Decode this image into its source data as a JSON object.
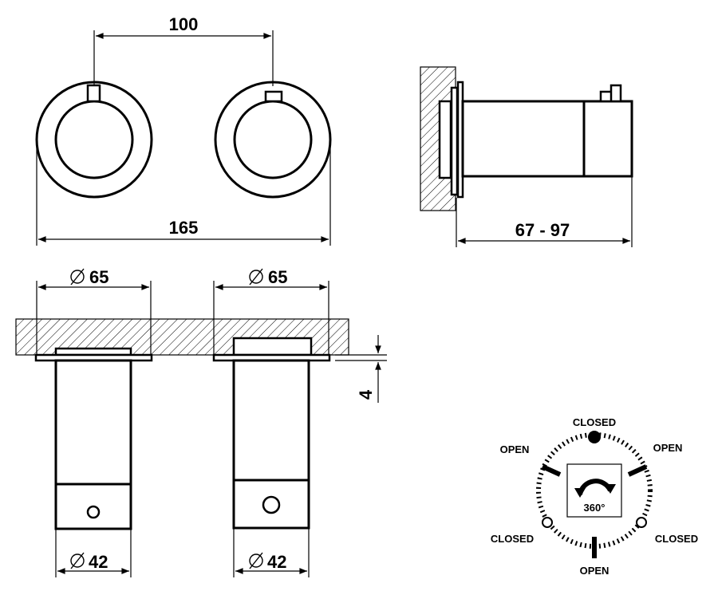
{
  "dimensions": {
    "center_distance": "100",
    "overall_width": "165",
    "depth_range": "67 - 97",
    "plate_diameter_left": "65",
    "plate_diameter_right": "65",
    "body_diameter_left": "42",
    "body_diameter_right": "42",
    "plate_thickness": "4"
  },
  "rotation_diagram": {
    "top": "CLOSED",
    "upper_left": "OPEN",
    "upper_right": "OPEN",
    "lower_left": "CLOSED",
    "lower_right": "CLOSED",
    "bottom": "OPEN",
    "rotation": "360°"
  }
}
